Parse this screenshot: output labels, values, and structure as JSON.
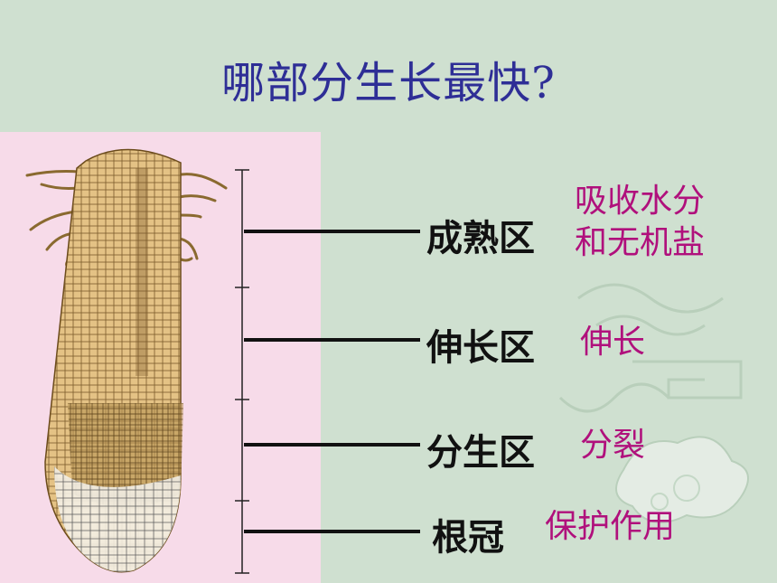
{
  "title": "哪部分生长最快?",
  "zones": [
    {
      "name": "成熟区",
      "function_line1": "吸收水分",
      "function_line2": "和无机盐"
    },
    {
      "name": "伸长区",
      "function_line1": "伸长"
    },
    {
      "name": "分生区",
      "function_line1": "分裂"
    },
    {
      "name": "根冠",
      "function_line1": "保护作用"
    }
  ],
  "colors": {
    "background": "#cfe0d0",
    "panel": "#f7dbe9",
    "title": "#2e2e96",
    "label": "#111111",
    "function_text": "#b0107c",
    "root_fill": "#e4c285"
  }
}
